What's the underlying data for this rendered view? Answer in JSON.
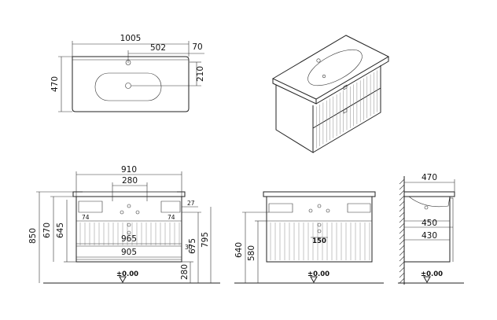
{
  "top_view": {
    "overall_width": "1005",
    "drain_offset": "502",
    "right_overhang": "70",
    "tap_to_drain": "210",
    "depth": "470"
  },
  "front_view_full": {
    "cabinet_width": "910",
    "top_spacing": "280",
    "inner_width_top": "965",
    "inner_width_bottom": "905",
    "overall_height": "850",
    "height_670": "670",
    "height_645": "645",
    "height_795": "795",
    "height_675": "675",
    "floor_clearance": "280",
    "small_27": "27",
    "small_30": "30",
    "small_74_left": "74",
    "small_74_right": "74",
    "base_level": "±0.00"
  },
  "front_view_drawers": {
    "height_640": "640",
    "height_580": "580",
    "drawer_spacing": "150",
    "base_level": "±0.00"
  },
  "side_view": {
    "top_depth": "470",
    "depth_450": "450",
    "depth_430": "430",
    "base_level": "±0.00"
  }
}
